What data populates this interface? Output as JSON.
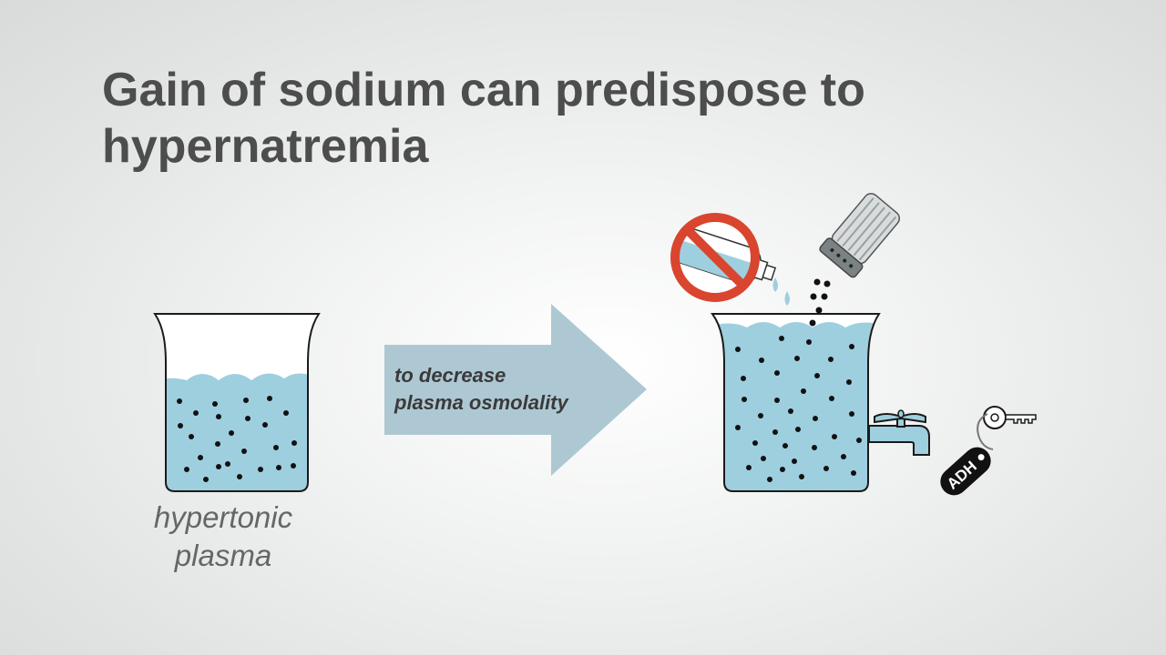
{
  "title": {
    "line1": "Gain of sodium can predispose to",
    "line2": "hypernatremia"
  },
  "left_beaker": {
    "caption_line1": "hypertonic",
    "caption_line2": "plasma"
  },
  "arrow": {
    "text_line1": "to decrease",
    "text_line2": "plasma osmolality"
  },
  "key_tag": {
    "label": "ADH"
  },
  "colors": {
    "water": "#9ecfdf",
    "arrow": "#aec8d3",
    "no_symbol": "#d9452e",
    "title_text": "#4d4d4d",
    "caption_text": "#666666"
  },
  "icons": [
    "beaker-icon",
    "arrow-icon",
    "no-water-bottle-icon",
    "salt-shaker-icon",
    "faucet-icon",
    "key-icon"
  ]
}
